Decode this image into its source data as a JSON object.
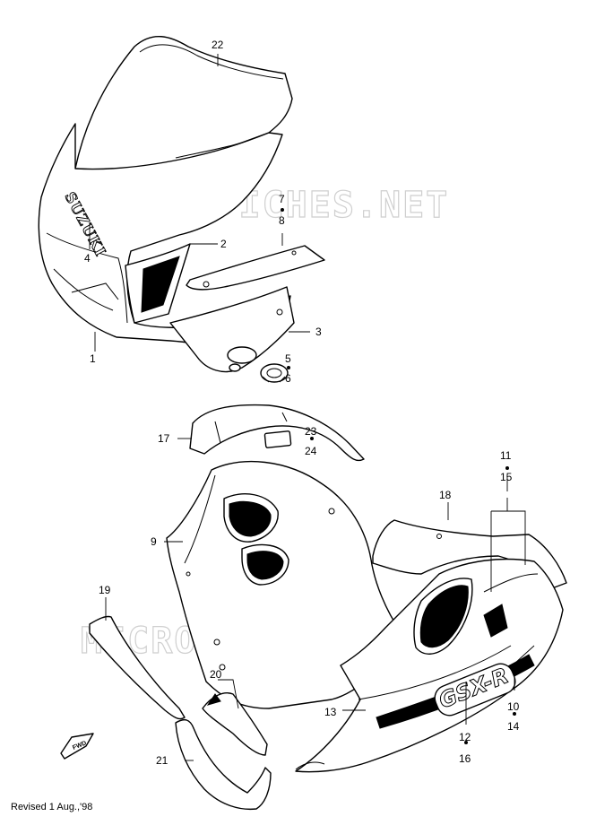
{
  "watermark": "MICROFICHES.NET",
  "brand_text": "SUZUKI",
  "model_text": "GSX-R",
  "fwd_label": "FWD",
  "footer": "Revised 1 Aug.,'98",
  "callouts": {
    "c1": "1",
    "c2": "2",
    "c3": "3",
    "c4": "4",
    "c5": "5",
    "c6": "6",
    "c7": "7",
    "c8": "8",
    "c9": "9",
    "c10": "10",
    "c11": "11",
    "c12": "12",
    "c13": "13",
    "c14": "14",
    "c15": "15",
    "c16": "16",
    "c17": "17",
    "c18": "18",
    "c19": "19",
    "c20": "20",
    "c21": "21",
    "c22": "22",
    "c23": "23",
    "c24": "24"
  }
}
